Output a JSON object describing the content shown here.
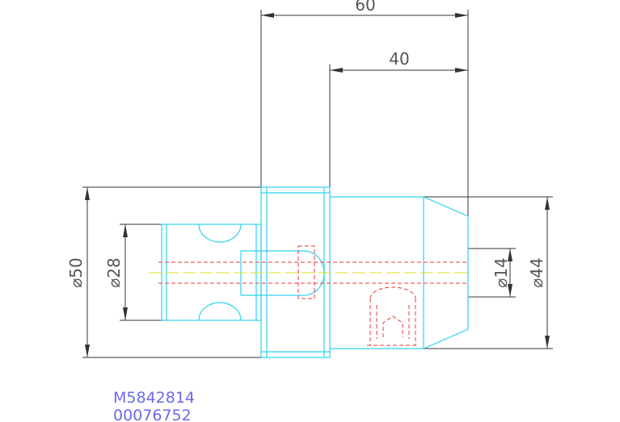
{
  "dimensions": {
    "overall_length": "60",
    "body_length": "40",
    "flange_diameter": "⌀50",
    "shank_diameter": "⌀28",
    "bore_diameter": "⌀14",
    "body_diameter": "⌀44"
  },
  "part": {
    "code": "M5842814",
    "number": "00076752"
  },
  "colors": {
    "background": "#ffffff",
    "outline": "#2fd2ea",
    "hidden_line": "#e83a3a",
    "center_line": "#e0e020",
    "dimension": "#333333",
    "part_text": "#6a6ae8"
  }
}
